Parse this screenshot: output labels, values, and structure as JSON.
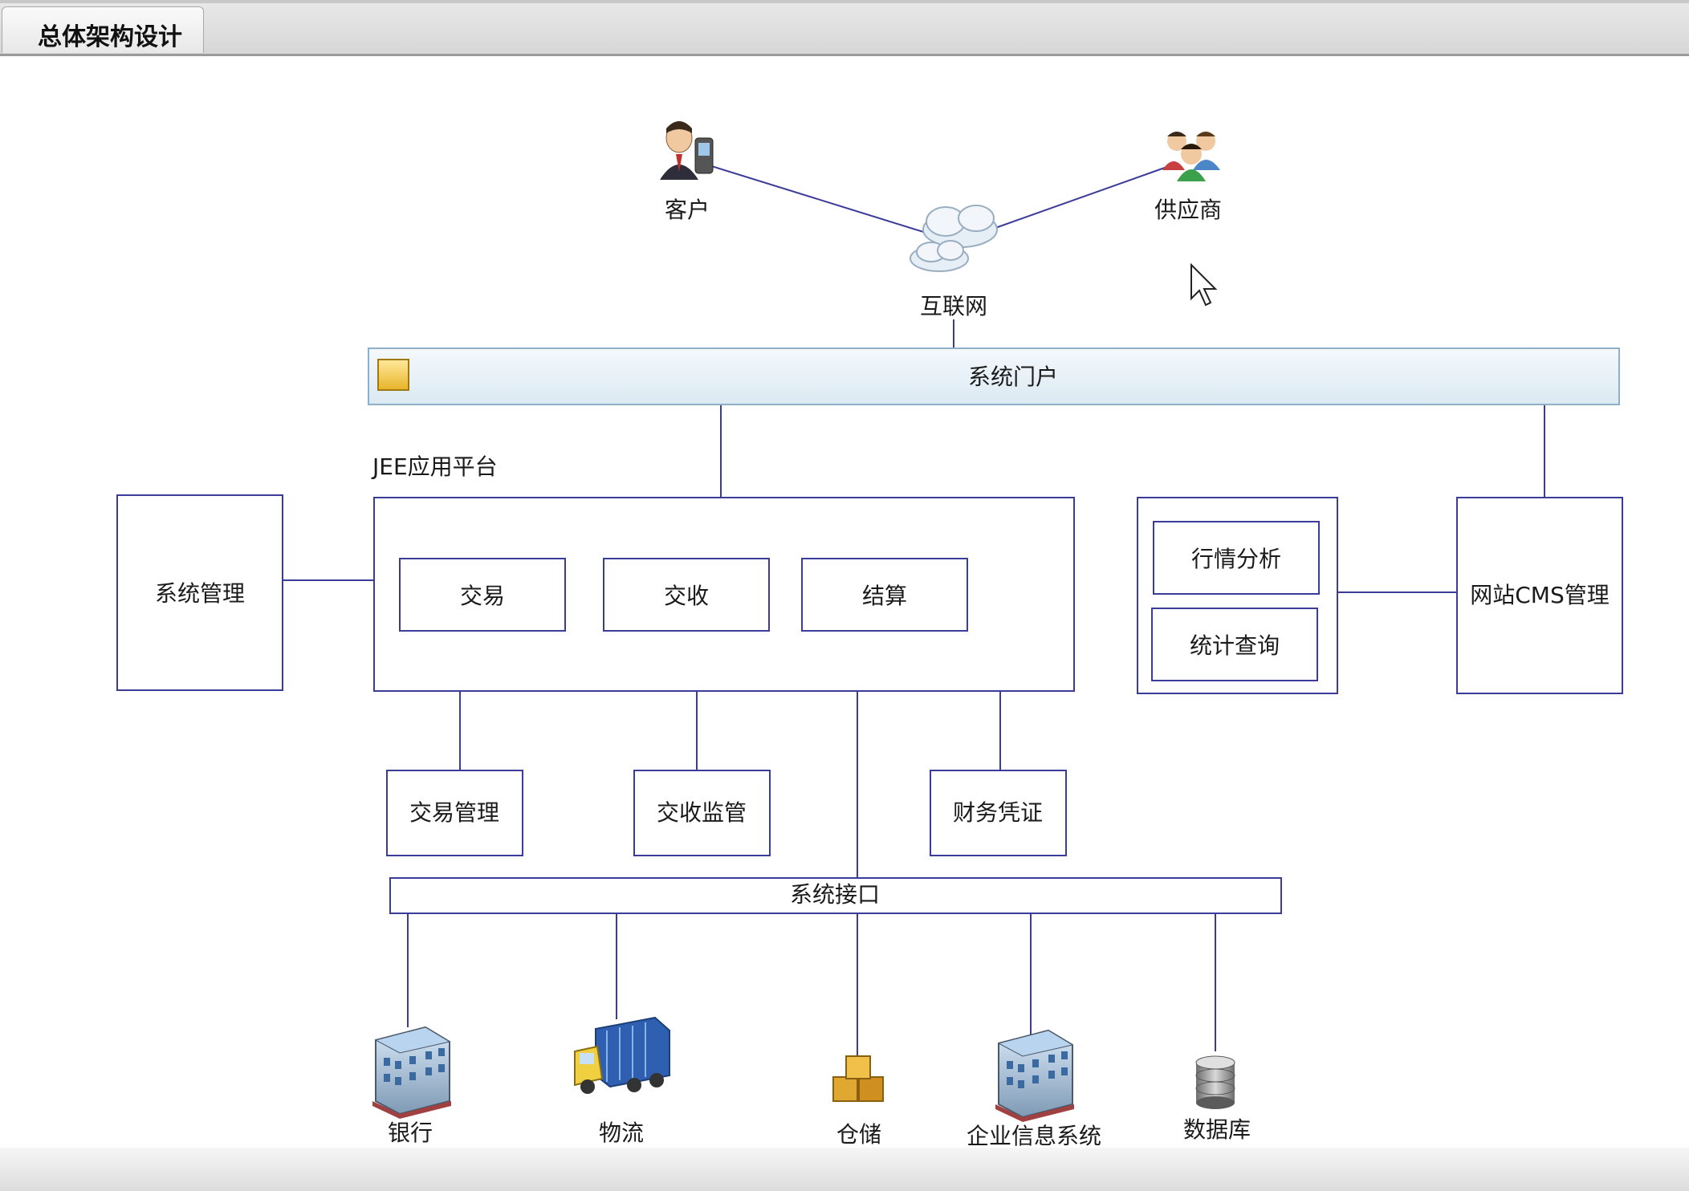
{
  "window": {
    "tab_title": "总体架构设计"
  },
  "colors": {
    "line": "#3b3b9a",
    "portal_fill": "#dbe9f2",
    "portal_border": "#8faec8"
  },
  "diagram": {
    "actors": {
      "customer": "客户",
      "supplier": "供应商",
      "internet": "互联网"
    },
    "portal": "系统门户",
    "platform_label": "JEE应用平台",
    "system_mgmt": "系统管理",
    "modules": {
      "trade": "交易",
      "receive": "交收",
      "settle": "结算"
    },
    "analysis": {
      "market": "行情分析",
      "stats": "统计查询"
    },
    "cms": "网站CMS管理",
    "sub_modules": {
      "trade_mgmt": "交易管理",
      "receive_monitor": "交收监管",
      "finance": "财务凭证"
    },
    "interface": "系统接口",
    "endpoints": {
      "bank": "银行",
      "logistics": "物流",
      "warehouse": "仓储",
      "enterprise": "企业信息系统",
      "database": "数据库"
    }
  }
}
